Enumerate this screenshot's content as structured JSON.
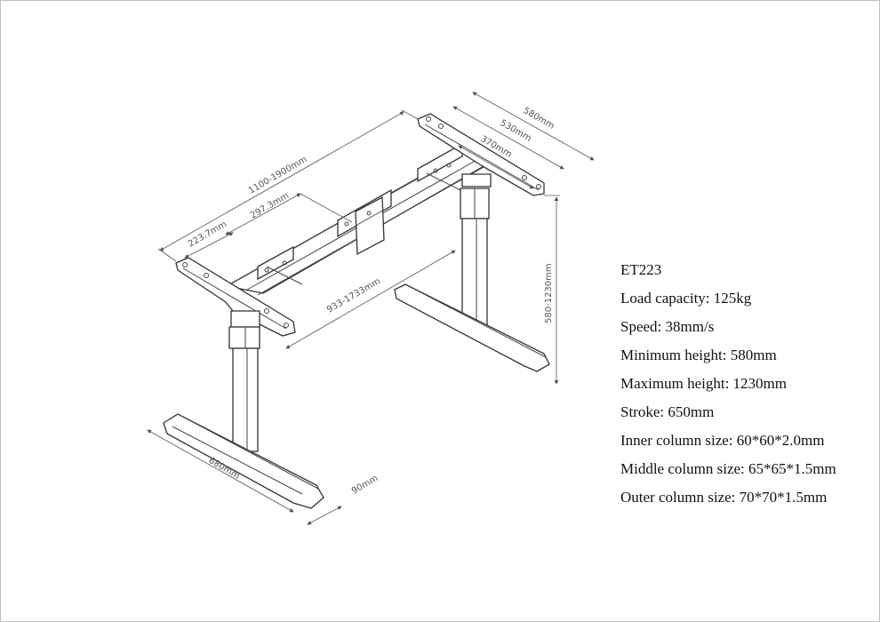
{
  "model": "ET223",
  "specs": [
    "Load capacity: 125kg",
    "Speed: 38mm/s",
    "Minimum height: 580mm",
    "Maximum height: 1230mm",
    "Stroke: 650mm",
    "Inner column size: 60*60*2.0mm",
    "Middle column size: 65*65*1.5mm",
    "Outer column size: 70*70*1.5mm"
  ],
  "dimensions": {
    "frame_width": "1100-1900mm",
    "foot_width": "580mm",
    "bracket_outer": "530mm",
    "bracket_inner": "370mm",
    "cross_offset_1": "297.3mm",
    "cross_offset_2": "223.7mm",
    "leg_spacing": "933-1733mm",
    "height_range": "580-1230mm",
    "foot_length": "680mm",
    "foot_height": "90mm"
  }
}
